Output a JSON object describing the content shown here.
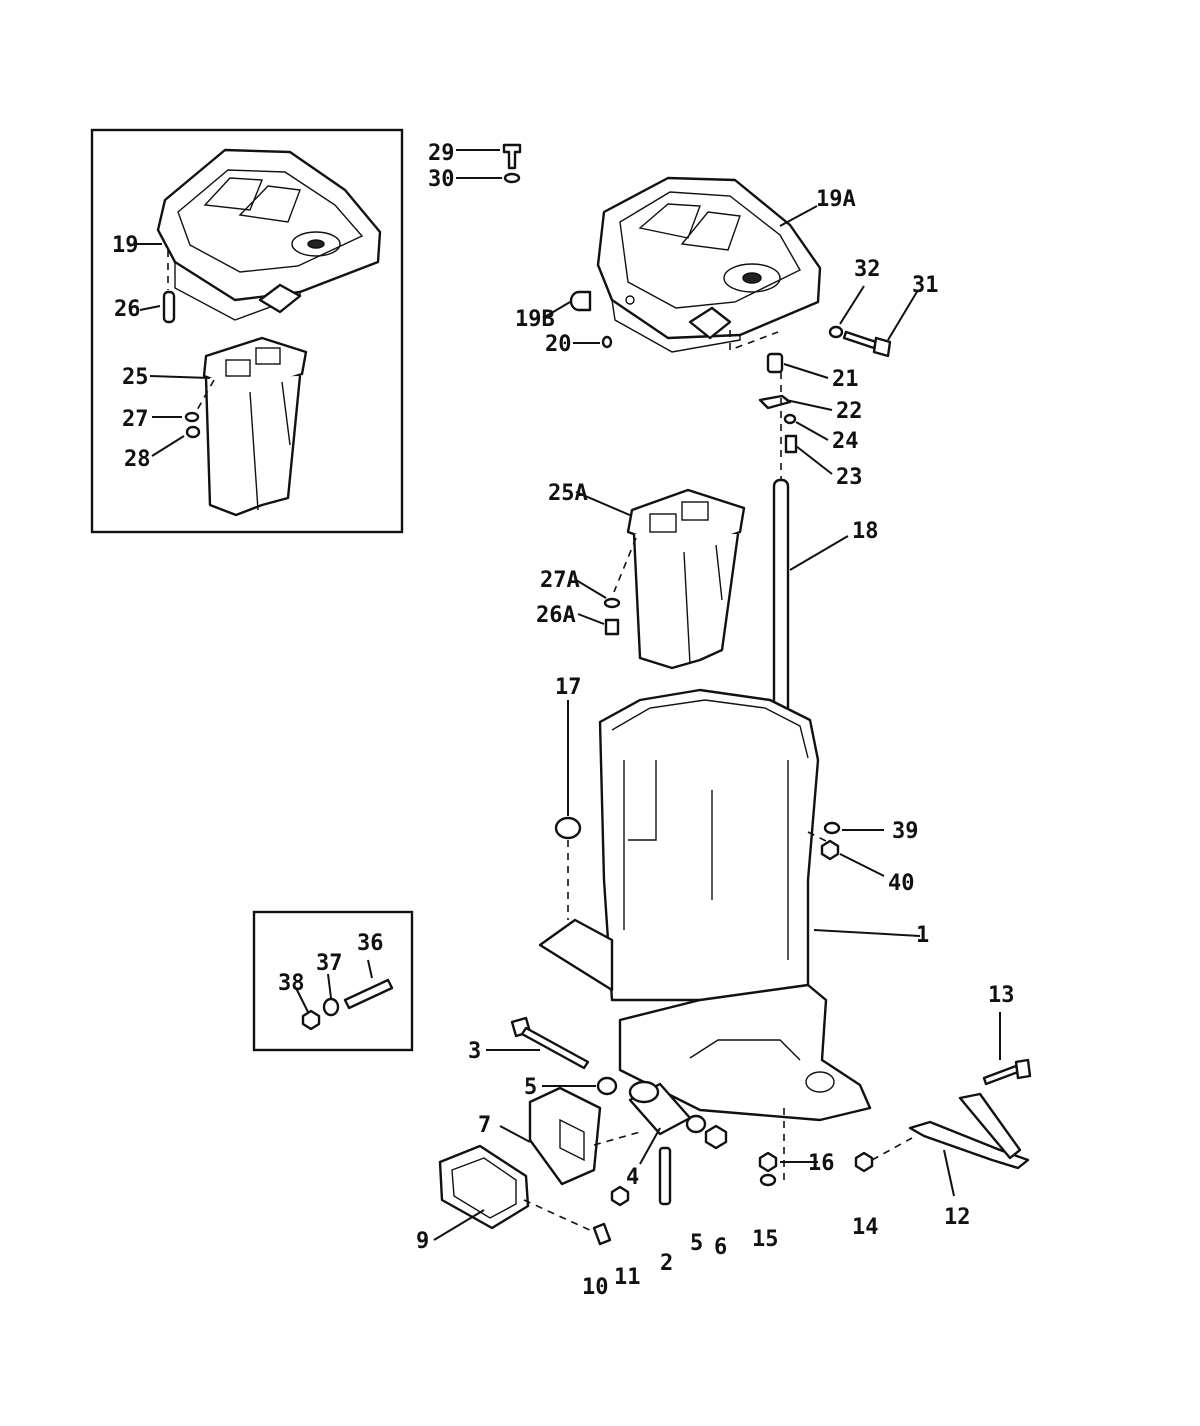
{
  "labels": {
    "l1": "1",
    "l2": "2",
    "l3": "3",
    "l4": "4",
    "l5a": "5",
    "l5b": "5",
    "l6": "6",
    "l7": "7",
    "l9": "9",
    "l10": "10",
    "l11": "11",
    "l12": "12",
    "l13": "13",
    "l14": "14",
    "l15": "15",
    "l16": "16",
    "l17": "17",
    "l18": "18",
    "l19": "19",
    "l19A": "19A",
    "l19B": "19B",
    "l20": "20",
    "l21": "21",
    "l22": "22",
    "l23": "23",
    "l24": "24",
    "l25": "25",
    "l25A": "25A",
    "l26": "26",
    "l26A": "26A",
    "l27": "27",
    "l27A": "27A",
    "l28": "28",
    "l29": "29",
    "l30": "30",
    "l31": "31",
    "l32": "32",
    "l36": "36",
    "l37": "37",
    "l38": "38",
    "l39": "39",
    "l40": "40"
  },
  "colors": {
    "ink": "#111111",
    "paper": "#ffffff"
  }
}
